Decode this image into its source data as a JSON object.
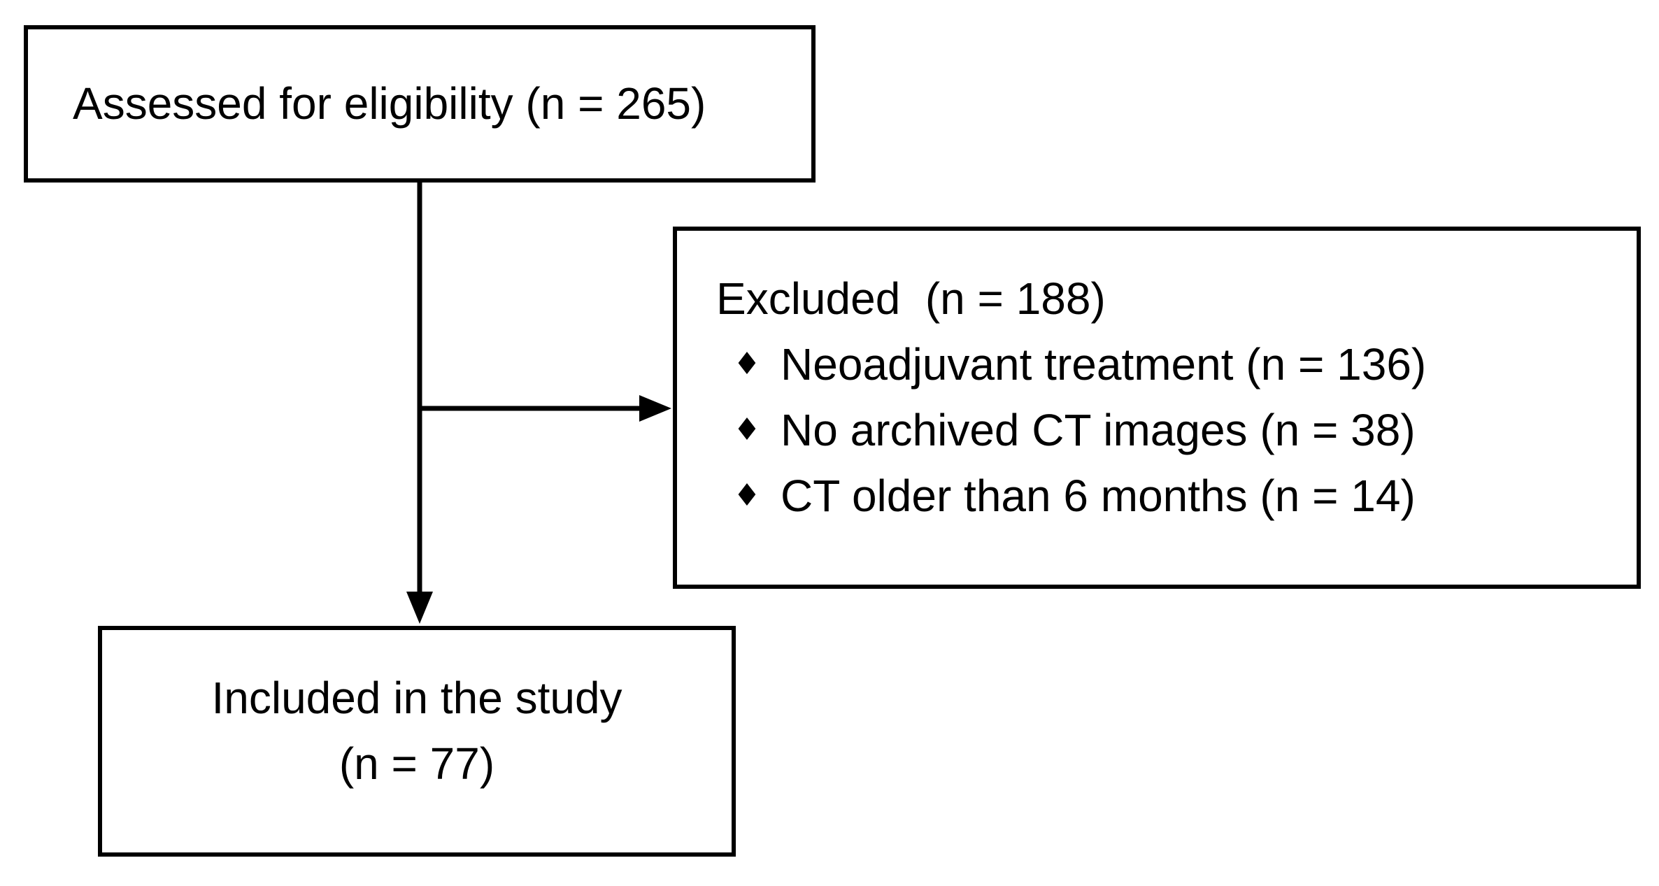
{
  "flowchart": {
    "assessed": {
      "label": "Assessed for eligibility (n = 265)"
    },
    "excluded": {
      "title": "Excluded  (n = 188)",
      "bullet_icon": "♦",
      "items": [
        "Neoadjuvant treatment (n = 136)",
        "No archived CT images (n = 38)",
        "CT older than 6 months (n = 14)"
      ]
    },
    "included": {
      "line1": "Included in the study",
      "line2": "(n = 77)"
    },
    "colors": {
      "background": "#ffffff",
      "line": "#000000",
      "text": "#000000"
    }
  }
}
